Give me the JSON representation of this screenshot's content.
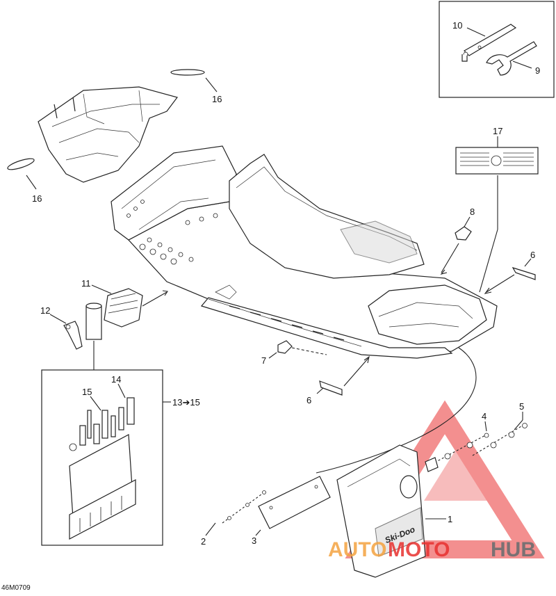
{
  "drawing_code": "46M0709",
  "callouts": {
    "c1": "1",
    "c2": "2",
    "c3": "3",
    "c4": "4",
    "c5": "5",
    "c6a": "6",
    "c6b": "6",
    "c7": "7",
    "c8": "8",
    "c9": "9",
    "c10": "10",
    "c11": "11",
    "c12": "12",
    "c13_15": "13➔15",
    "c14": "14",
    "c15": "15",
    "c16a": "16",
    "c16b": "16",
    "c17": "17"
  },
  "watermark": {
    "part1": "AUTO",
    "part2": "MOTO",
    "part3": "HUB",
    "color1": "#f4a340",
    "color2": "#e8312f",
    "color3": "#6d6e70"
  },
  "decal_badge": "Ski-Doo"
}
